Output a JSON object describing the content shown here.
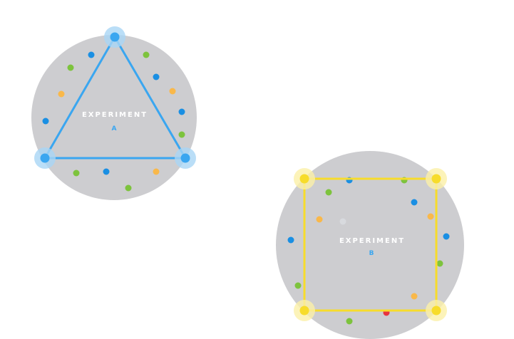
{
  "colors": {
    "circle": "#cdcdd0",
    "blue": "#1a8fe3",
    "green": "#7dc33d",
    "orange": "#f9b84a",
    "red": "#e8343f",
    "triangle": "#3aa6f0",
    "triangle_halo": "#a9d6f5",
    "square": "#f7dc2b",
    "square_halo": "#fbf0a8",
    "title_text": "#ffffff",
    "letter_text": "#3aa6f0"
  },
  "experiment_a": {
    "title": "EXPERIMENT",
    "letter": "A",
    "shape": "triangle",
    "dots": [
      "blue",
      "green",
      "green",
      "blue",
      "orange",
      "orange",
      "blue",
      "blue",
      "green",
      "green",
      "blue",
      "orange",
      "green"
    ]
  },
  "experiment_b": {
    "title": "EXPERIMENT",
    "letter": "B",
    "shape": "square",
    "dots": [
      "blue",
      "green",
      "green",
      "blue",
      "orange",
      "orange",
      "blue",
      "blue",
      "green",
      "green",
      "orange",
      "red",
      "green"
    ]
  }
}
